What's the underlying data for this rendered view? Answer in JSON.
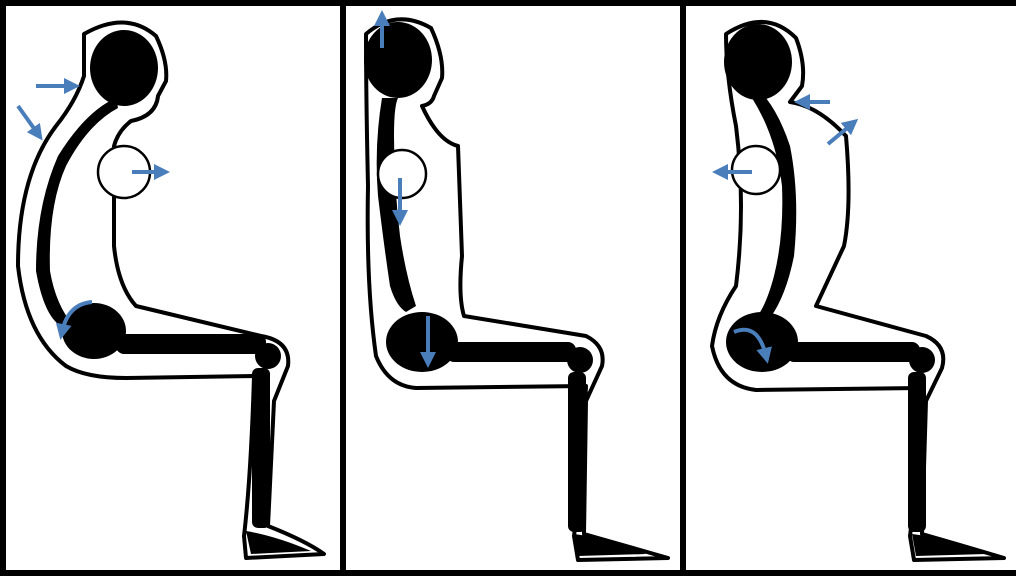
{
  "figure": {
    "panels": [
      {
        "posture": "slumped",
        "arrows": [
          "head-forward",
          "upper-back-rounding",
          "chest-forward",
          "pelvis-tilt-back"
        ]
      },
      {
        "posture": "upright",
        "arrows": [
          "head-up",
          "chest-down",
          "pelvis-down"
        ]
      },
      {
        "posture": "over-arched",
        "arrows": [
          "head-back",
          "chest-up-forward",
          "chest-back",
          "pelvis-tilt-forward"
        ]
      }
    ],
    "colors": {
      "silhouette": "#000000",
      "body": "#ffffff",
      "arrow": "#4a7ebb",
      "divider": "#000000"
    }
  }
}
